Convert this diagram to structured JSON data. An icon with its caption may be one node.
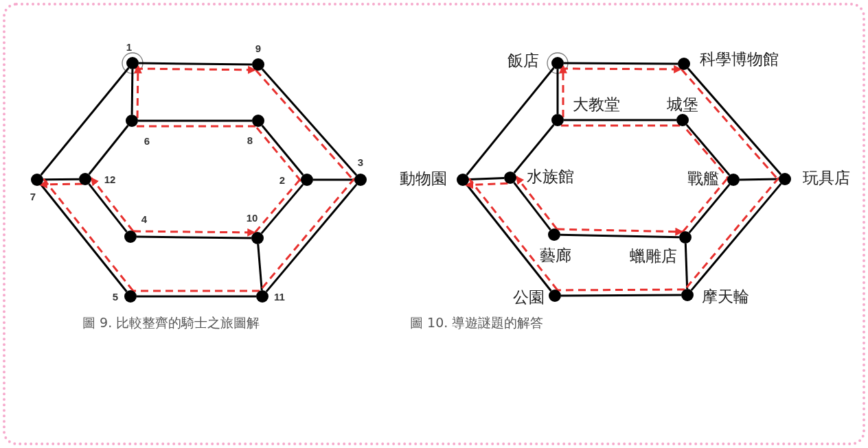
{
  "diagram": {
    "nodes": [
      {
        "text": [
          "1"
        ]
      },
      {
        "text": [
          "9"
        ]
      },
      {
        "text": [
          "6"
        ]
      },
      {
        "text": [
          "8"
        ]
      },
      {
        "text": [
          "7"
        ]
      },
      {
        "text": [
          "12"
        ]
      },
      {
        "text": [
          "2"
        ]
      },
      {
        "text": [
          "3"
        ]
      },
      {
        "text": [
          "4"
        ]
      },
      {
        "text": [
          "10"
        ]
      },
      {
        "text": [
          "5"
        ]
      },
      {
        "text": [
          "11"
        ]
      },
      {
        "text": [
          "飯店"
        ]
      },
      {
        "text": [
          "科學博物館"
        ]
      },
      {
        "text": [
          "大教堂"
        ]
      },
      {
        "text": [
          "城堡"
        ]
      },
      {
        "text": [
          "動物園"
        ]
      },
      {
        "text": [
          "水族館"
        ]
      },
      {
        "text": [
          "戰艦"
        ]
      },
      {
        "text": [
          "玩具店"
        ]
      },
      {
        "text": [
          "藝廊"
        ]
      },
      {
        "text": [
          "蠟雕店"
        ]
      },
      {
        "text": [
          "公園"
        ]
      },
      {
        "text": [
          "摩天輪"
        ]
      }
    ],
    "edges": [
      {
        "from": 0,
        "to": 1,
        "arrow": "none"
      },
      {
        "from": 1,
        "to": 7,
        "arrow": "none"
      },
      {
        "from": 7,
        "to": 11,
        "arrow": "none"
      },
      {
        "from": 11,
        "to": 10,
        "arrow": "none"
      },
      {
        "from": 10,
        "to": 4,
        "arrow": "none"
      },
      {
        "from": 4,
        "to": 0,
        "arrow": "none"
      },
      {
        "from": 2,
        "to": 3,
        "arrow": "none"
      },
      {
        "from": 3,
        "to": 6,
        "arrow": "none"
      },
      {
        "from": 6,
        "to": 9,
        "arrow": "none"
      },
      {
        "from": 9,
        "to": 8,
        "arrow": "none"
      },
      {
        "from": 8,
        "to": 5,
        "arrow": "none"
      },
      {
        "from": 5,
        "to": 2,
        "arrow": "none"
      },
      {
        "from": 0,
        "to": 2,
        "arrow": "none"
      },
      {
        "from": 7,
        "to": 6,
        "arrow": "none"
      },
      {
        "from": 11,
        "to": 9,
        "arrow": "none"
      },
      {
        "from": 4,
        "to": 5,
        "arrow": "none"
      },
      {
        "from": 12,
        "to": 13,
        "arrow": "none"
      },
      {
        "from": 13,
        "to": 19,
        "arrow": "none"
      },
      {
        "from": 19,
        "to": 23,
        "arrow": "none"
      },
      {
        "from": 23,
        "to": 22,
        "arrow": "none"
      },
      {
        "from": 22,
        "to": 16,
        "arrow": "none"
      },
      {
        "from": 16,
        "to": 12,
        "arrow": "none"
      },
      {
        "from": 14,
        "to": 15,
        "arrow": "none"
      },
      {
        "from": 15,
        "to": 18,
        "arrow": "none"
      },
      {
        "from": 18,
        "to": 21,
        "arrow": "none"
      },
      {
        "from": 21,
        "to": 20,
        "arrow": "none"
      },
      {
        "from": 20,
        "to": 17,
        "arrow": "none"
      },
      {
        "from": 17,
        "to": 14,
        "arrow": "none"
      },
      {
        "from": 12,
        "to": 14,
        "arrow": "none"
      },
      {
        "from": 19,
        "to": 18,
        "arrow": "none"
      },
      {
        "from": 23,
        "to": 21,
        "arrow": "none"
      },
      {
        "from": 16,
        "to": 17,
        "arrow": "none"
      },
      {
        "from": 0,
        "to": 1,
        "arrow": "to",
        "style": "dashed",
        "color": "#e8302e"
      },
      {
        "from": 1,
        "to": 7,
        "arrow": "none",
        "style": "dashed",
        "color": "#e8302e"
      },
      {
        "from": 7,
        "to": 11,
        "arrow": "none",
        "style": "dashed",
        "color": "#e8302e"
      },
      {
        "from": 11,
        "to": 10,
        "arrow": "none",
        "style": "dashed",
        "color": "#e8302e"
      },
      {
        "from": 10,
        "to": 4,
        "arrow": "none",
        "style": "dashed",
        "color": "#e8302e"
      },
      {
        "from": 5,
        "to": 4,
        "arrow": "to",
        "style": "dashed",
        "color": "#e8302e"
      },
      {
        "from": 8,
        "to": 5,
        "arrow": "to",
        "style": "dashed",
        "color": "#e8302e"
      },
      {
        "from": 8,
        "to": 9,
        "arrow": "to",
        "style": "dashed",
        "color": "#e8302e"
      },
      {
        "from": 9,
        "to": 6,
        "arrow": "none",
        "style": "dashed",
        "color": "#e8302e"
      },
      {
        "from": 6,
        "to": 3,
        "arrow": "none",
        "style": "dashed",
        "color": "#e8302e"
      },
      {
        "from": 3,
        "to": 2,
        "arrow": "none",
        "style": "dashed",
        "color": "#e8302e"
      },
      {
        "from": 2,
        "to": 0,
        "arrow": "to",
        "style": "dashed",
        "color": "#e8302e"
      },
      {
        "from": 12,
        "to": 13,
        "arrow": "to",
        "style": "dashed",
        "color": "#e8302e"
      },
      {
        "from": 13,
        "to": 19,
        "arrow": "none",
        "style": "dashed",
        "color": "#e8302e"
      },
      {
        "from": 19,
        "to": 23,
        "arrow": "none",
        "style": "dashed",
        "color": "#e8302e"
      },
      {
        "from": 23,
        "to": 22,
        "arrow": "none",
        "style": "dashed",
        "color": "#e8302e"
      },
      {
        "from": 22,
        "to": 16,
        "arrow": "none",
        "style": "dashed",
        "color": "#e8302e"
      },
      {
        "from": 17,
        "to": 16,
        "arrow": "to",
        "style": "dashed",
        "color": "#e8302e"
      },
      {
        "from": 20,
        "to": 17,
        "arrow": "to",
        "style": "dashed",
        "color": "#e8302e"
      },
      {
        "from": 20,
        "to": 21,
        "arrow": "to",
        "style": "dashed",
        "color": "#e8302e"
      },
      {
        "from": 21,
        "to": 18,
        "arrow": "none",
        "style": "dashed",
        "color": "#e8302e"
      },
      {
        "from": 18,
        "to": 15,
        "arrow": "none",
        "style": "dashed",
        "color": "#e8302e"
      },
      {
        "from": 15,
        "to": 14,
        "arrow": "none",
        "style": "dashed",
        "color": "#e8302e"
      },
      {
        "from": 14,
        "to": 12,
        "arrow": "to",
        "style": "dashed",
        "color": "#e8302e"
      }
    ],
    "labels": [
      "圖 9. 比較整齊的騎士之旅圖解",
      "圖 10. 導遊謎題的解答"
    ]
  }
}
